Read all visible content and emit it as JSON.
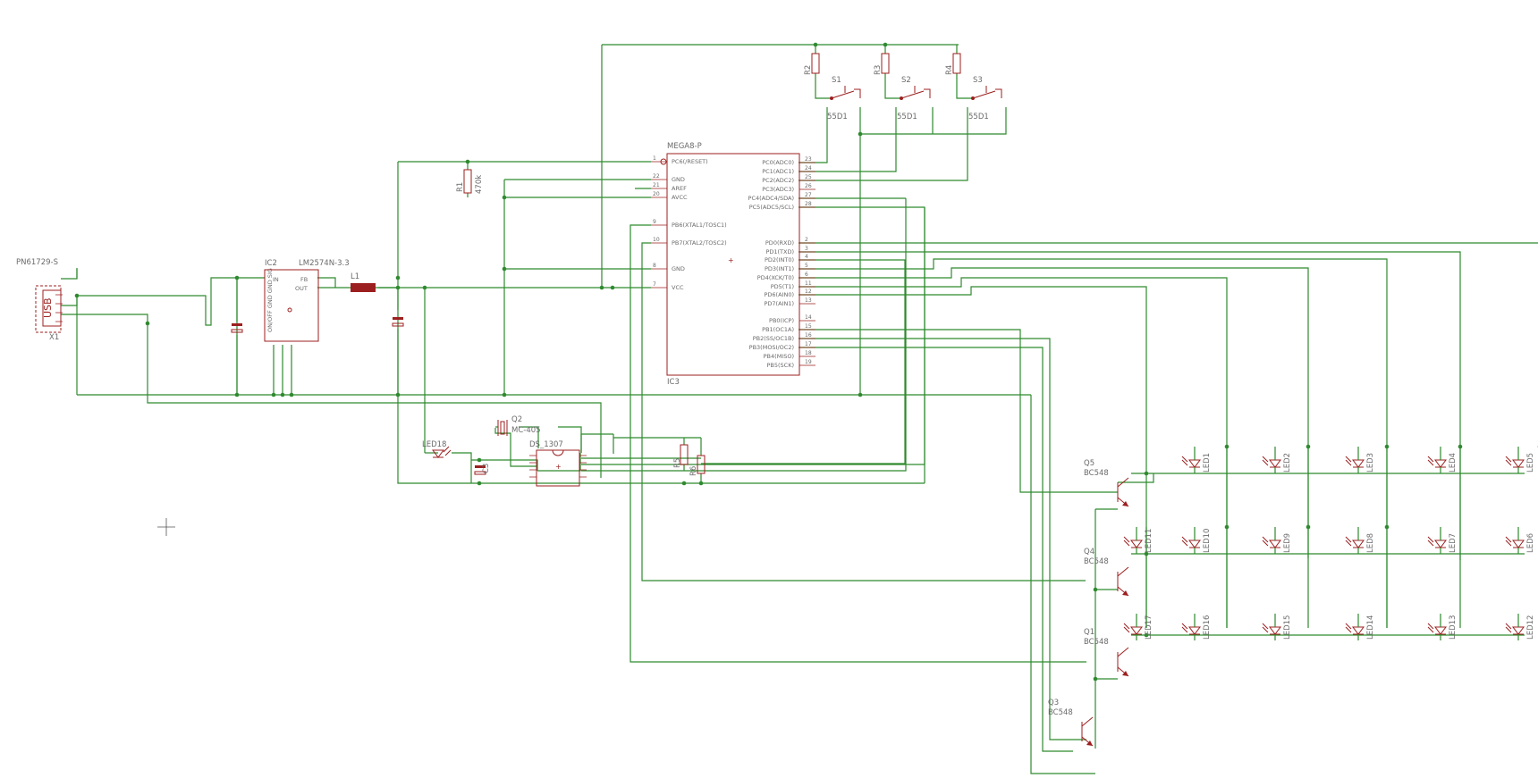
{
  "parts": {
    "usb_name": "PN61729-S",
    "usb_ref": "X1",
    "usb_body": "USB",
    "ic2_ref": "IC2",
    "ic2_name": "LM2574N-3.3",
    "ic2_in": "IN",
    "ic2_fb": "FB",
    "ic2_out": "OUT",
    "ic2_bottom": "ON/OFF GND GND SIG",
    "l1": "L1",
    "mcu_name": "MEGA8-P",
    "mcu_ref": "IC3",
    "r1": "R1",
    "r1_val": "470k",
    "r2": "R2",
    "r3": "R3",
    "r4": "R4",
    "s1": "S1",
    "s2": "S2",
    "s3": "S3",
    "sw_val": "55D1",
    "q2": "Q2",
    "crystal": "MC-405",
    "rtc": "DS_1307",
    "r5": "R5",
    "r6": "R6",
    "c3": "C3",
    "led18": "LED18",
    "q5": "Q5",
    "q4": "Q4",
    "q1": "Q1",
    "q3": "Q3",
    "trans_val": "BC548"
  },
  "mcu_left_pins": [
    {
      "num": "1",
      "name": "PC6(/RESET)"
    },
    {
      "num": "22",
      "name": "GND"
    },
    {
      "num": "21",
      "name": "AREF"
    },
    {
      "num": "20",
      "name": "AVCC"
    },
    {
      "num": "9",
      "name": "PB6(XTAL1/TOSC1)"
    },
    {
      "num": "10",
      "name": "PB7(XTAL2/TOSC2)"
    },
    {
      "num": "8",
      "name": "GND"
    },
    {
      "num": "7",
      "name": "VCC"
    }
  ],
  "mcu_right_pins": [
    {
      "num": "23",
      "name": "PC0(ADC0)"
    },
    {
      "num": "24",
      "name": "PC1(ADC1)"
    },
    {
      "num": "25",
      "name": "PC2(ADC2)"
    },
    {
      "num": "26",
      "name": "PC3(ADC3)"
    },
    {
      "num": "27",
      "name": "PC4(ADC4/SDA)"
    },
    {
      "num": "28",
      "name": "PC5(ADC5/SCL)"
    },
    {
      "num": "2",
      "name": "PD0(RXD)"
    },
    {
      "num": "3",
      "name": "PD1(TXD)"
    },
    {
      "num": "4",
      "name": "PD2(INT0)"
    },
    {
      "num": "5",
      "name": "PD3(INT1)"
    },
    {
      "num": "6",
      "name": "PD4(XCK/T0)"
    },
    {
      "num": "11",
      "name": "PD5(T1)"
    },
    {
      "num": "12",
      "name": "PD6(AIN0)"
    },
    {
      "num": "13",
      "name": "PD7(AIN1)"
    },
    {
      "num": "14",
      "name": "PB0(ICP)"
    },
    {
      "num": "15",
      "name": "PB1(OC1A)"
    },
    {
      "num": "16",
      "name": "PB2(SS/OC1B)"
    },
    {
      "num": "17",
      "name": "PB3(MOSI/OC2)"
    },
    {
      "num": "18",
      "name": "PB4(MISO)"
    },
    {
      "num": "19",
      "name": "PB5(SCK)"
    }
  ],
  "leds": [
    [
      "LED1",
      "LED2",
      "LED3",
      "LED4",
      "LED5"
    ],
    [
      "LED11",
      "LED10",
      "LED9",
      "LED8",
      "LED7",
      "LED6"
    ],
    [
      "LED17",
      "LED16",
      "LED15",
      "LED14",
      "LED13",
      "LED12"
    ]
  ]
}
